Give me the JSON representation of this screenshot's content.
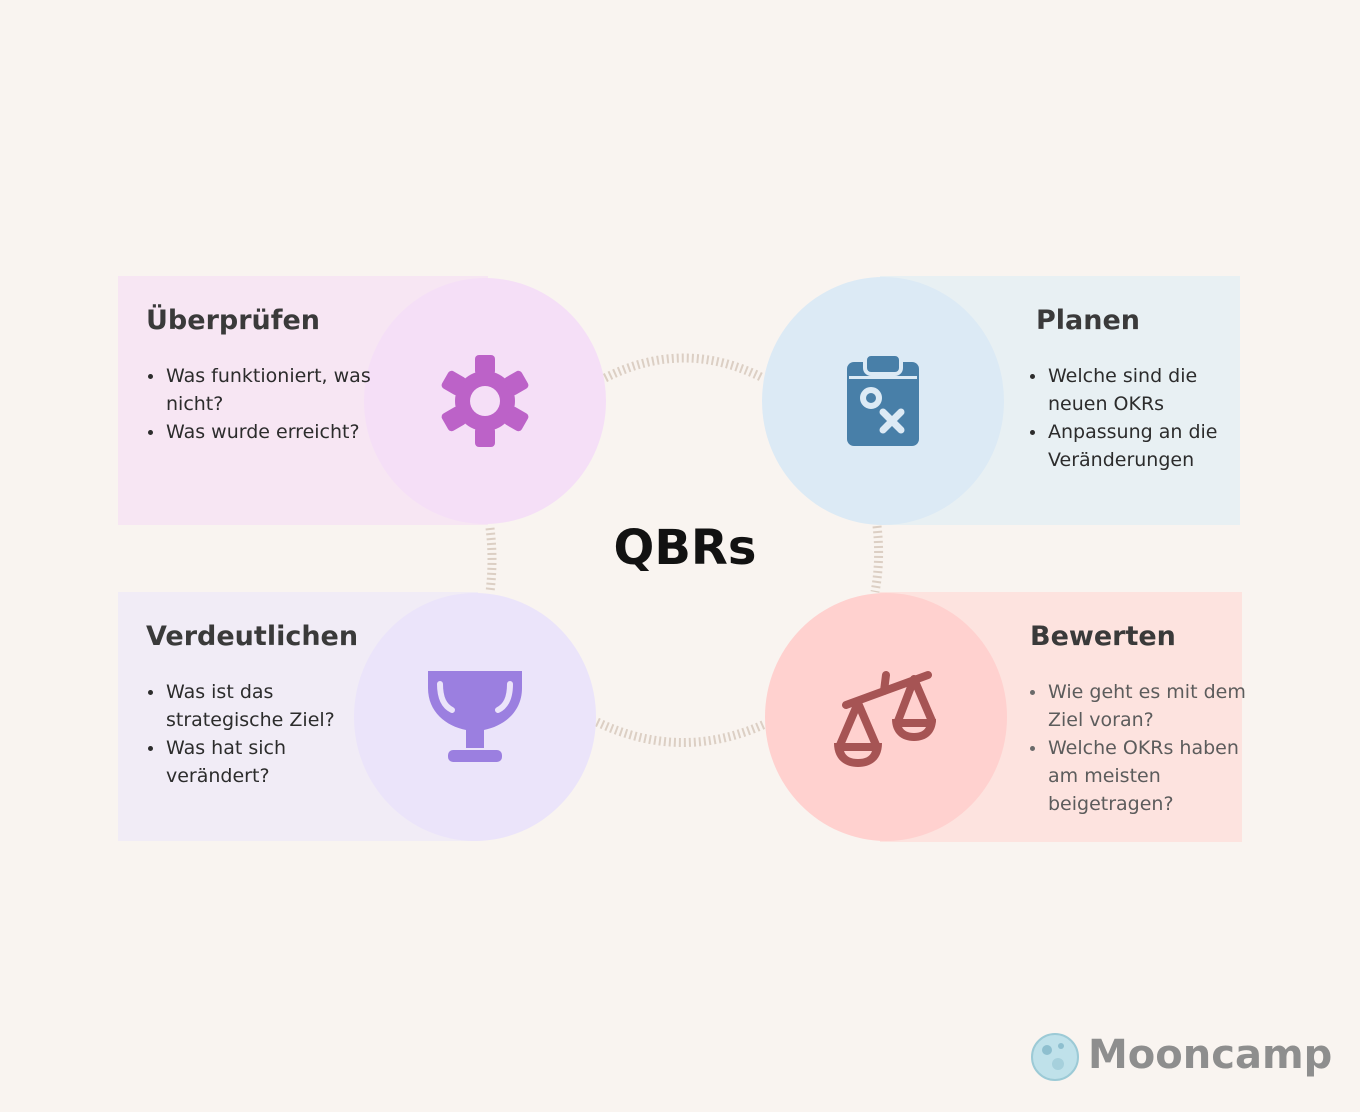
{
  "center_title": "QBRs",
  "colors": {
    "background": "#f9f4f0",
    "pink_panel": "#f7e6f3",
    "pink_circle": "#f5dff7",
    "gear": "#bc62c8",
    "blue_panel": "#e8f0f3",
    "blue_circle": "#dceaf5",
    "clipboard": "#487fa8",
    "lavender_panel": "#f1ecf6",
    "lavender_circle": "#ebe4fa",
    "trophy": "#9b7fe0",
    "red_panel": "#fde3df",
    "red_circle": "#ffd1cf",
    "scale": "#a65454",
    "connector": "#dccfc4"
  },
  "quadrants": {
    "top_left": {
      "title": "Überprüfen",
      "icon": "gear-icon",
      "bullets": [
        "Was funktioniert, was nicht?",
        "Was wurde erreicht?"
      ]
    },
    "top_right": {
      "title": "Planen",
      "icon": "clipboard-strategy-icon",
      "bullets": [
        "Welche sind die neuen OKRs",
        "Anpassung an die Veränderungen"
      ]
    },
    "bottom_left": {
      "title": "Verdeutlichen",
      "icon": "trophy-icon",
      "bullets": [
        "Was ist das strategische Ziel?",
        "Was hat sich verändert?"
      ]
    },
    "bottom_right": {
      "title": "Bewerten",
      "icon": "balance-scale-icon",
      "bullets": [
        "Wie geht es mit dem Ziel voran?",
        "Welche OKRs haben am meisten beigetragen?"
      ]
    }
  },
  "logo": {
    "text": "Mooncamp",
    "icon": "moon-logo-icon"
  }
}
